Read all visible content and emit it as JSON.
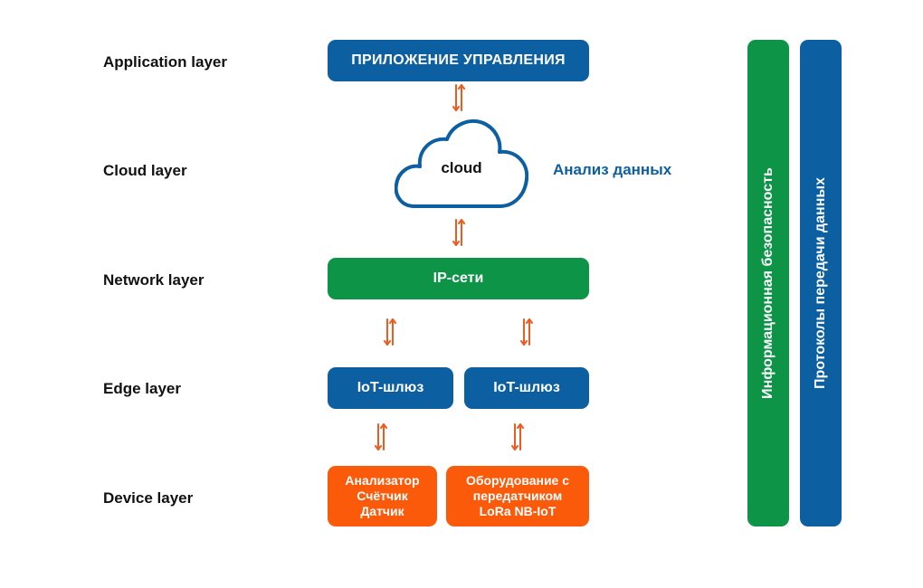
{
  "layers": {
    "application": "Application layer",
    "cloud": "Cloud layer",
    "network": "Network layer",
    "edge": "Edge layer",
    "device": "Device layer"
  },
  "application_box": "ПРИЛОЖЕНИЕ УПРАВЛЕНИЯ",
  "cloud": {
    "label": "cloud",
    "annotation": "Анализ данных"
  },
  "network_box": "IP-сети",
  "gateways": [
    "IoT-шлюз",
    "IoT-шлюз"
  ],
  "devices": {
    "left": [
      "Анализатор",
      "Счётчик",
      "Датчик"
    ],
    "right": [
      "Оборудование с",
      "передатчиком",
      "LoRa NB-IoT"
    ]
  },
  "side_bars": {
    "security": "Информационная безопасность",
    "protocols": "Протоколы передачи данных"
  },
  "icons": {
    "arrow": "bidirectional-arrow-icon",
    "cloud": "cloud-icon"
  },
  "colors": {
    "blue": "#0c5fa0",
    "green": "#0d9447",
    "orange": "#fb5a0a",
    "arrow": "#f05a1e"
  }
}
